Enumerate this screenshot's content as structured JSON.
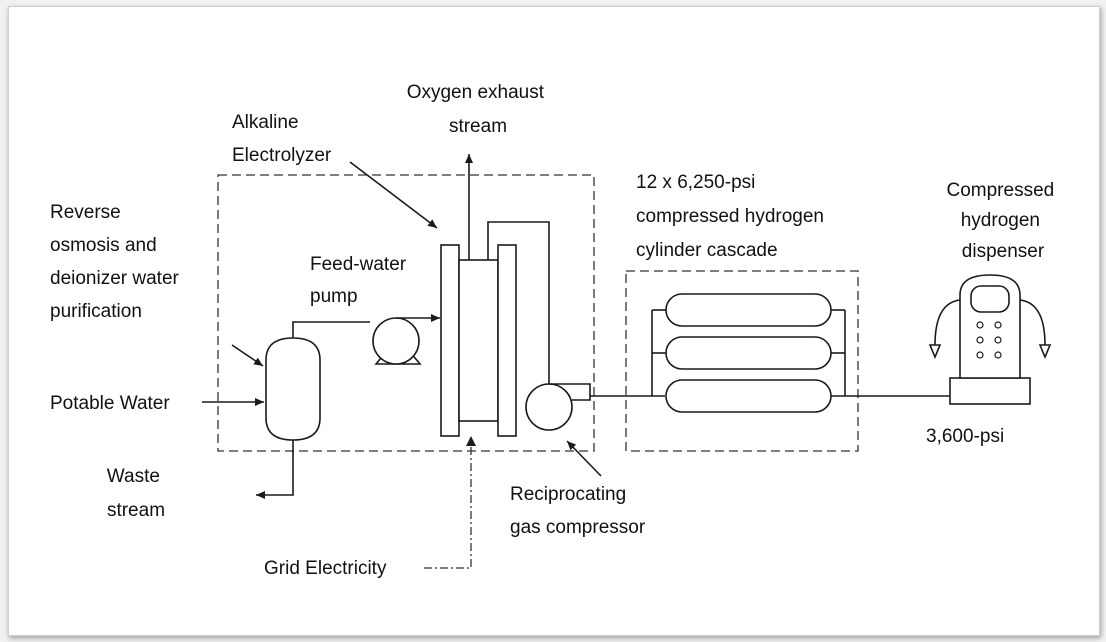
{
  "labels": {
    "oxygen": [
      "Oxygen exhaust",
      "stream"
    ],
    "electrolyzer": [
      "Alkaline",
      "Electrolyzer"
    ],
    "cascade": [
      "12 x 6,250-psi",
      "compressed hydrogen",
      "cylinder cascade"
    ],
    "dispenser": [
      "Compressed",
      "hydrogen",
      "dispenser"
    ],
    "purification": [
      "Reverse",
      "osmosis and",
      "deionizer water",
      "purification"
    ],
    "pump": [
      "Feed-water",
      "pump"
    ],
    "potable_water": "Potable Water",
    "waste": [
      "Waste",
      "stream"
    ],
    "compressor": [
      "Reciprocating",
      "gas compressor"
    ],
    "grid": "Grid Electricity",
    "dispenser_pressure": "3,600-psi"
  }
}
